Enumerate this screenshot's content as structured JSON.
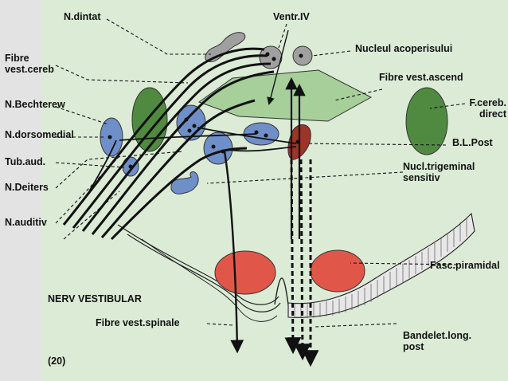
{
  "labels": {
    "dintat": "N.dintat",
    "ventr_iv": "Ventr.IV",
    "fibre_vest_cereb": "Fibre vest.cereb",
    "nucleul_acoperisului": "Nucleul acoperisului",
    "fibre_vest_ascend": "Fibre vest.ascend",
    "bechterew": "N.Bechterew",
    "f_cereb_direct": "F.cereb. direct",
    "dorsomedial": "N.dorsomedial",
    "b_l_post": "B.L.Post",
    "tub_aud": "Tub.aud.",
    "nucl_trigeminal": "Nucl.trigeminal sensitiv",
    "deiters": "N.Deiters",
    "auditiv": "N.auditiv",
    "fasc_piramidal": "Fasc.piramidal",
    "nerv_vestibular": "NERV VESTIBULAR",
    "fibre_vest_spinale": "Fibre vest.spinale",
    "bandelet_long_post": "Bandelet.long. post",
    "figure_number": "(20)"
  },
  "colors": {
    "page_background": "#e3e3e3",
    "diagram_background": "#dcebd6",
    "green_nucleus": "#4f8a40",
    "light_green_area": "#a6cf9a",
    "blue_nucleus": "#6f8fc9",
    "red_nucleus": "#e0574a",
    "dark_red": "#9e3328",
    "gray_structure": "#a0a0a0",
    "line": "#111111"
  }
}
